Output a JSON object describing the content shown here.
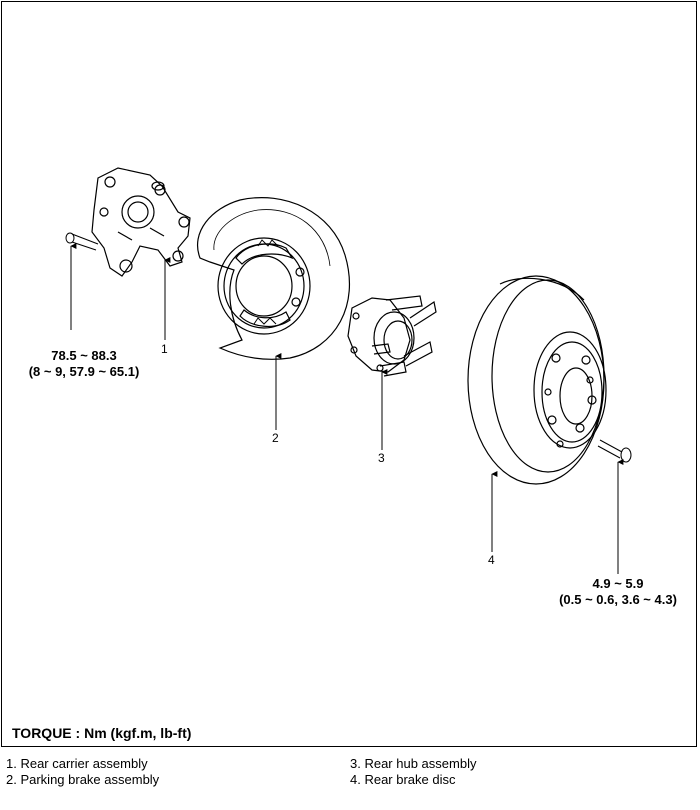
{
  "callouts": [
    "1",
    "2",
    "3",
    "4"
  ],
  "torque_specs": {
    "carrier_bolt": {
      "nm": "78.5 ~ 88.3",
      "other": "(8 ~ 9, 57.9 ~ 65.1)"
    },
    "disc_screw": {
      "nm": "4.9 ~ 5.9",
      "other": "(0.5 ~ 0.6, 3.6 ~ 4.3)"
    }
  },
  "torque_title": "TORQUE : Nm (kgf.m, lb-ft)",
  "legend": [
    "1. Rear carrier assembly",
    "2. Parking brake assembly",
    "3. Rear hub assembly",
    "4. Rear brake disc"
  ]
}
